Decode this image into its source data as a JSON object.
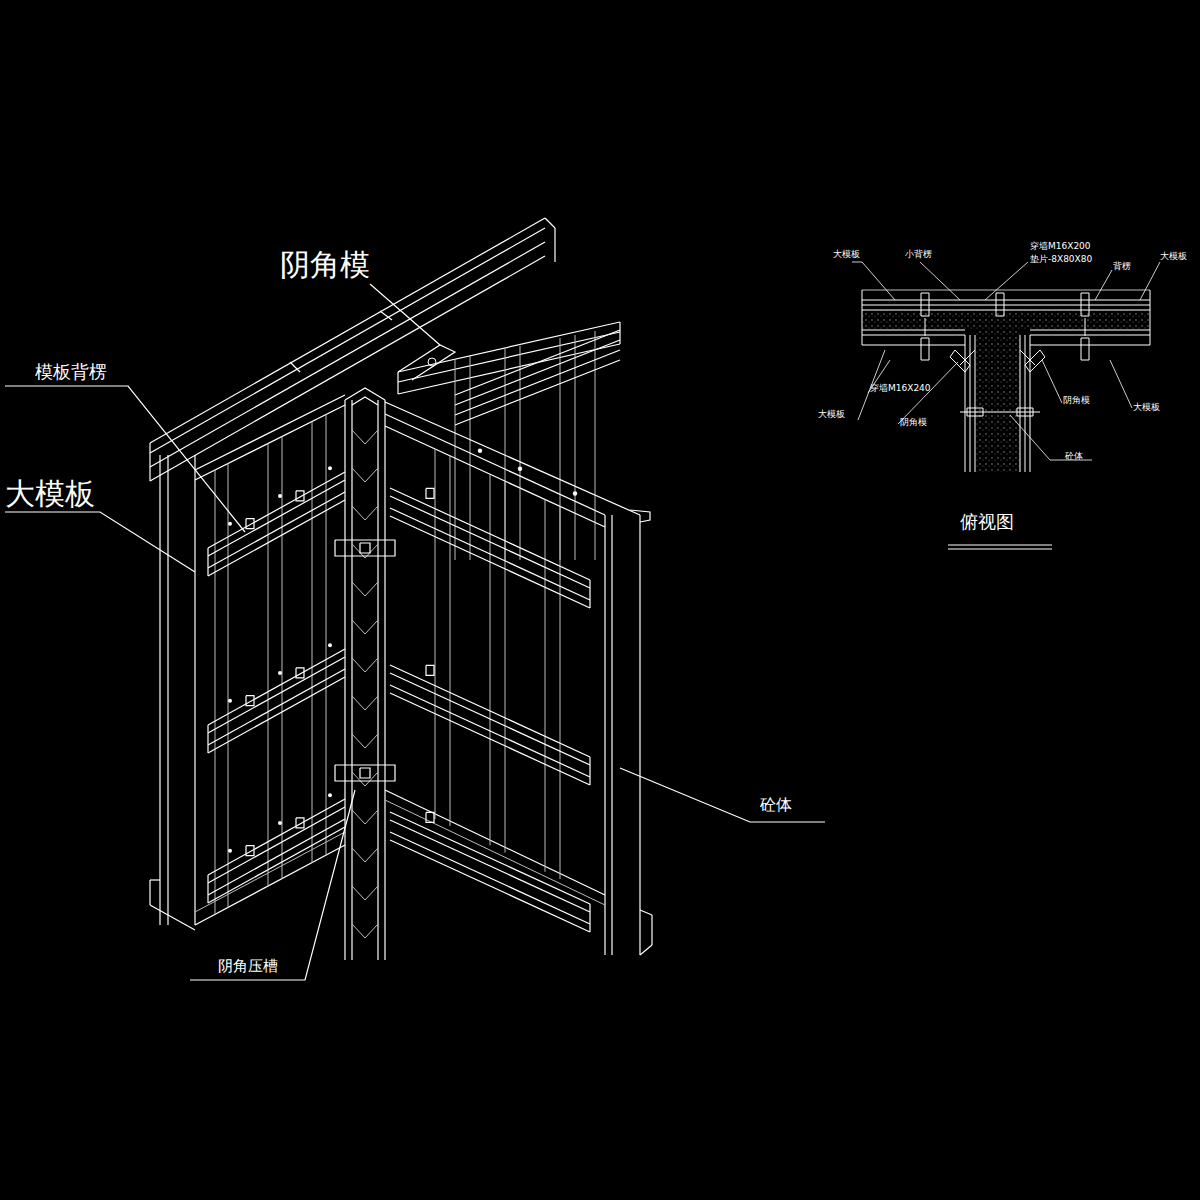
{
  "diagram": {
    "labels": [
      "阴角模",
      "模板背楞",
      "大模板",
      "砼体",
      "阴角压槽",
      "俯视图",
      "大模板",
      "小背楞",
      "穿墙M16X200",
      "垫片-8X80X80",
      "背楞",
      "大模板",
      "穿墙M16X240",
      "大模板",
      "阴角模",
      "阴角模",
      "大模板",
      "砼体"
    ]
  }
}
